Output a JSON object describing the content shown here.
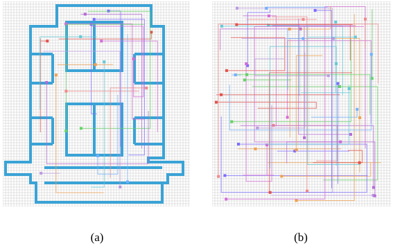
{
  "figure": {
    "panels": [
      {
        "id": "a",
        "caption": "(a)",
        "kind": "building-floorplan-with-agent-paths",
        "colors": {
          "walls": "#3aa3d6",
          "grid": "#c8c8c8"
        }
      },
      {
        "id": "b",
        "caption": "(b)",
        "kind": "open-grid-with-agent-paths",
        "colors": {
          "grid": "#c8c8c8"
        }
      }
    ],
    "path_colors": [
      "#7b6cff",
      "#d36bd6",
      "#e2524c",
      "#63c9d8",
      "#f0a050",
      "#64d264",
      "#ba9adf",
      "#f08a8a",
      "#6fb1ff",
      "#b46bd6"
    ]
  }
}
